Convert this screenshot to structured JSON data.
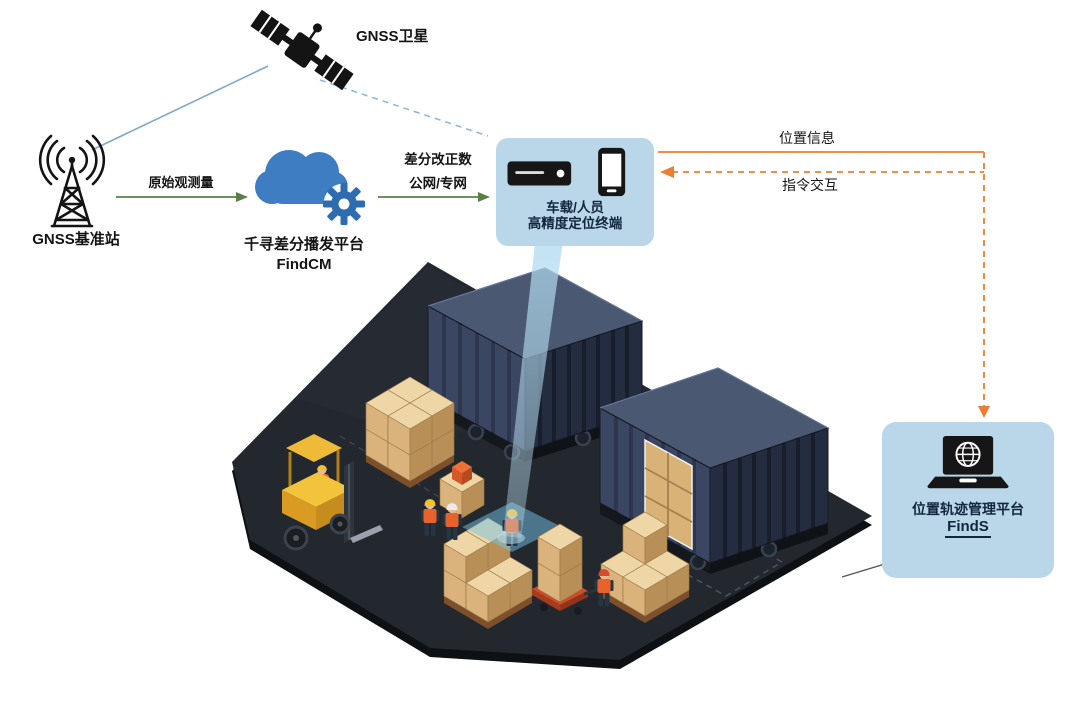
{
  "nodes": {
    "satellite": {
      "label": "GNSS卫星"
    },
    "base_station": {
      "label": "GNSS基准站"
    },
    "cloud": {
      "title": "千寻差分播发平台",
      "subtitle": "FindCM"
    },
    "terminal": {
      "line1": "车载/人员",
      "line2": "高精度定位终端"
    },
    "platform": {
      "title": "位置轨迹管理平台",
      "subtitle": "FindS"
    }
  },
  "edges": {
    "raw_observation": "原始观测量",
    "correction_line1": "差分改正数",
    "correction_line2": "公网/专网",
    "location_info": "位置信息",
    "command_exchange": "指令交互"
  },
  "icons": {
    "satellite": "satellite-icon",
    "base_station": "signal-tower-icon",
    "cloud": "cloud-gear-icon",
    "terminal": "receiver-and-phone-icon",
    "platform": "laptop-globe-icon"
  },
  "colors": {
    "bubble_blue": "#b9d7e8",
    "arrow_orange": "#ed7d31",
    "arrow_green": "#5a8048",
    "line_blue": "#7fa8c9",
    "cloud_blue": "#3e7dc2",
    "gear_blue": "#2e6cb0",
    "beam_blue": "#aed9ee",
    "container_top": "#4b5872",
    "container_front": "#3a4662",
    "container_side": "#242c3f",
    "floor": "#23272e",
    "carton": "#d9b27c",
    "forklift": "#f3c33c",
    "vest": "#e8632c"
  }
}
